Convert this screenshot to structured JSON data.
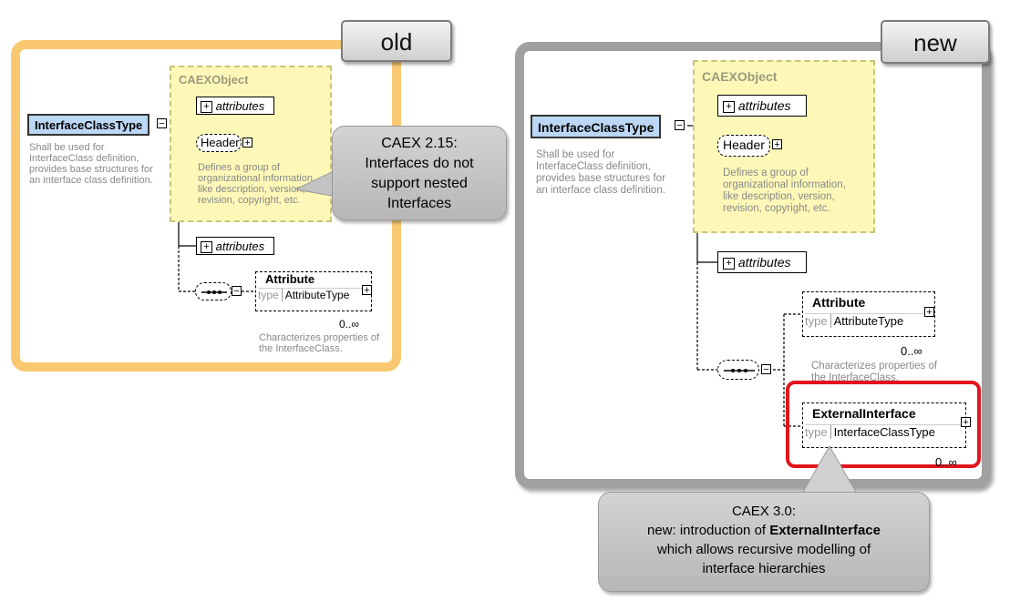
{
  "old": {
    "tab": "old",
    "group_title": "CAEXObject",
    "root": "InterfaceClassType",
    "root_desc": [
      "Shall be used for",
      "InterfaceClass definition,",
      "provides base structures for",
      "an interface class definition."
    ],
    "attributes1": "attributes",
    "header": "Header",
    "header_desc": [
      "Defines a group of",
      "organizational information,",
      "like description, version,",
      "revision, copyright, etc."
    ],
    "attributes2": "attributes",
    "attribute_name": "Attribute",
    "attribute_type_key": "type",
    "attribute_type": "AttributeType",
    "attribute_occ": "0..∞",
    "attribute_desc": [
      "Characterizes properties of",
      "the InterfaceClass."
    ]
  },
  "new": {
    "tab": "new",
    "group_title": "CAEXObject",
    "root": "InterfaceClassType",
    "root_desc": [
      "Shall be used for",
      "InterfaceClass definition,",
      "provides base structures for",
      "an interface class definition."
    ],
    "attributes1": "attributes",
    "header": "Header",
    "header_desc": [
      "Defines a group of",
      "organizational information,",
      "like description, version,",
      "revision, copyright, etc."
    ],
    "attributes2": "attributes",
    "attribute_name": "Attribute",
    "attribute_type_key": "type",
    "attribute_type": "AttributeType",
    "attribute_occ": "0..∞",
    "attribute_desc": [
      "Characterizes properties of",
      "the InterfaceClass."
    ],
    "ext_name": "ExternalInterface",
    "ext_type_key": "type",
    "ext_type": "InterfaceClassType",
    "ext_occ": "0..∞"
  },
  "callout_old": [
    "CAEX 2.15:",
    "Interfaces do not",
    "support nested",
    "Interfaces"
  ],
  "callout_new": {
    "line1": "CAEX 3.0:",
    "line2_prefix": "new: introduction of ",
    "line2_bold": "ExternalInterface",
    "line3": "which allows recursive modelling of",
    "line4": "interface hierarchies"
  },
  "colors": {
    "old_border": "#f9c870",
    "new_border": "#a0a0a0",
    "highlight": "#e2141c",
    "root_fill": "#bcd7f5",
    "group_fill": "#fdf8b8"
  }
}
